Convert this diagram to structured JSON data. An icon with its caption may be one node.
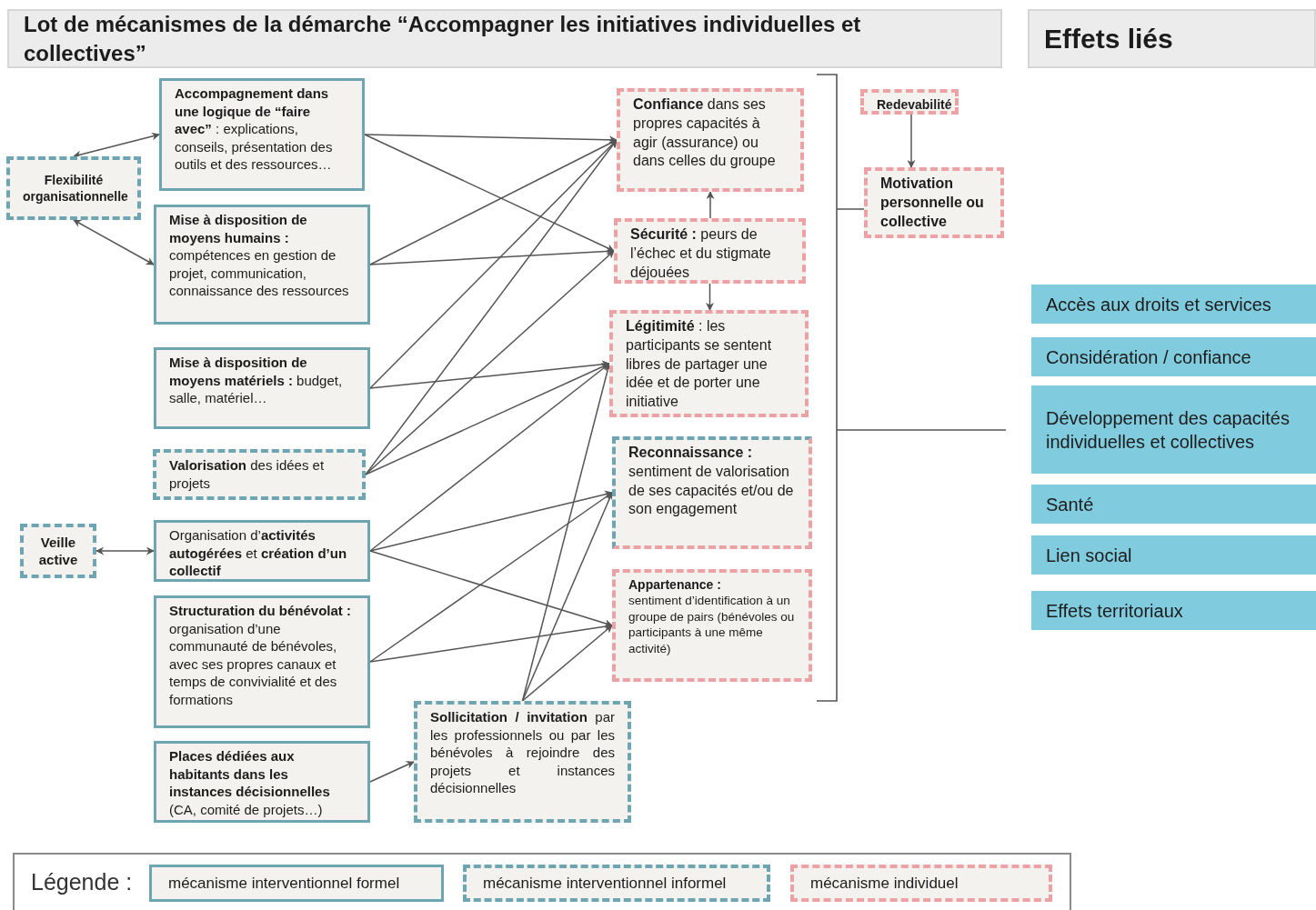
{
  "diagram": {
    "title": "Lot de mécanismes de la démarche “Accompagner les initiatives individuelles et collectives”",
    "nodes": [
      {
        "text": [
          "Flexibilité organisationnelle"
        ]
      },
      {
        "text": [
          "**Accompagnement dans une logique de “faire avec”** : explications, conseils, présentation des outils et des ressources…"
        ]
      },
      {
        "text": [
          "**Mise à disposition de moyens humains :** compétences en gestion de projet, communication, connaissance des ressources"
        ]
      },
      {
        "text": [
          "**Mise à disposition de moyens matériels :** budget, salle, matériel…"
        ]
      },
      {
        "text": [
          "**Valorisation** des idées et projets"
        ]
      },
      {
        "text": [
          "Veille active"
        ]
      },
      {
        "text": [
          "Organisation d’**activités autogérées** et **création d’un collectif**"
        ]
      },
      {
        "text": [
          "**Structuration du bénévolat :** organisation d’une communauté de bénévoles, avec ses propres canaux et temps de convivialité et des formations"
        ]
      },
      {
        "text": [
          "**Places dédiées aux habitants dans les instances décisionnelles** (CA, comité de projets…)"
        ]
      },
      {
        "text": [
          "**Sollicitation / invitation** par les professionnels ou par les bénévoles à rejoindre des projets et instances décisionnelles"
        ]
      },
      {
        "text": [
          "**Confiance** dans ses propres capacités à agir (assurance) ou dans celles du groupe"
        ]
      },
      {
        "text": [
          "**Sécurité :** peurs de l’échec et du stigmate déjouées"
        ]
      },
      {
        "text": [
          "**Légitimité** : les participants se sentent libres de partager une idée et de porter une initiative"
        ]
      },
      {
        "text": [
          "**Reconnaissance :** sentiment de valorisation de ses capacités et/ou de son engagement"
        ]
      },
      {
        "text": [
          "Appartenance :",
          "sentiment d’identification à un groupe de pairs (bénévoles ou participants à une même activité)"
        ]
      },
      {
        "text": [
          "Redevabilité"
        ]
      },
      {
        "text": [
          "Motivation personnelle ou collective"
        ]
      },
      {
        "text": [
          "Accès aux droits et services"
        ]
      },
      {
        "text": [
          "Considération / confiance"
        ]
      },
      {
        "text": [
          "Développement des capacités individuelles et collectives"
        ]
      },
      {
        "text": [
          "Santé"
        ]
      },
      {
        "text": [
          "Lien social"
        ]
      },
      {
        "text": [
          "Effets territoriaux"
        ]
      }
    ],
    "edges": [
      {
        "from": 0,
        "to": 1,
        "arrow": "both"
      },
      {
        "from": 0,
        "to": 2,
        "arrow": "both"
      },
      {
        "from": 5,
        "to": 6,
        "arrow": "both"
      },
      {
        "from": 1,
        "to": 10,
        "arrow": "to"
      },
      {
        "from": 1,
        "to": 11,
        "arrow": "to"
      },
      {
        "from": 2,
        "to": 10,
        "arrow": "to"
      },
      {
        "from": 2,
        "to": 11,
        "arrow": "to"
      },
      {
        "from": 3,
        "to": 10,
        "arrow": "to"
      },
      {
        "from": 3,
        "to": 12,
        "arrow": "to"
      },
      {
        "from": 4,
        "to": 10,
        "arrow": "to"
      },
      {
        "from": 4,
        "to": 11,
        "arrow": "to"
      },
      {
        "from": 4,
        "to": 12,
        "arrow": "to"
      },
      {
        "from": 6,
        "to": 12,
        "arrow": "to"
      },
      {
        "from": 6,
        "to": 13,
        "arrow": "to"
      },
      {
        "from": 6,
        "to": 14,
        "arrow": "to"
      },
      {
        "from": 7,
        "to": 13,
        "arrow": "to"
      },
      {
        "from": 7,
        "to": 14,
        "arrow": "to"
      },
      {
        "from": 9,
        "to": 12,
        "arrow": "to"
      },
      {
        "from": 9,
        "to": 13,
        "arrow": "to"
      },
      {
        "from": 9,
        "to": 14,
        "arrow": "to"
      },
      {
        "from": 8,
        "to": 9,
        "arrow": "to"
      },
      {
        "from": 11,
        "to": 10,
        "arrow": "to"
      },
      {
        "from": 11,
        "to": 12,
        "arrow": "to"
      },
      {
        "from": 15,
        "to": 16,
        "arrow": "to"
      }
    ],
    "labels": [
      "Effets liés",
      "Légende :"
    ],
    "legend": [
      {
        "text": "mécanisme interventionnel formel"
      },
      {
        "text": "mécanisme interventionnel informel"
      },
      {
        "text": "mécanisme individuel"
      }
    ]
  }
}
